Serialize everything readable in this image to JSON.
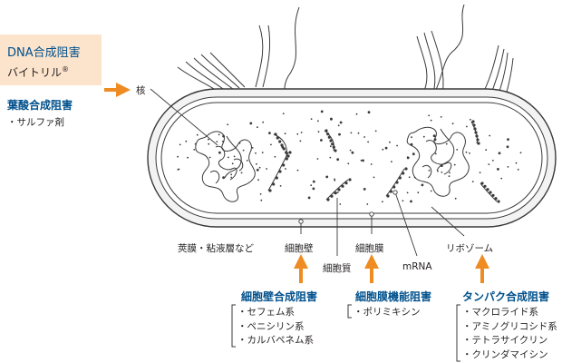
{
  "dna_box": {
    "title": "DNA合成阻害",
    "drug": "バイトリル",
    "trademark": "®"
  },
  "folate": {
    "title": "葉酸合成阻害",
    "drug": "・サルファ剤"
  },
  "labels": {
    "nucleus": "核",
    "capsule": "莢膜・粘液層など",
    "cell_wall": "細胞壁",
    "cytoplasm": "細胞質",
    "cell_membrane": "細胞膜",
    "mrna": "mRNA",
    "ribosome": "リボゾーム"
  },
  "targets": [
    {
      "title": "細胞壁合成阻害",
      "drugs": [
        "・セフェム系",
        "・ペニシリン系",
        "・カルバペネム系"
      ]
    },
    {
      "title": "細胞膜機能阻害",
      "drugs": [
        "・ポリミキシン"
      ]
    },
    {
      "title": "タンパク合成阻害",
      "drugs": [
        "・マクロライド系",
        "・アミノグリコシド系",
        "・テトラサイクリン",
        "・クリンダマイシン"
      ]
    }
  ],
  "colors": {
    "arrow": "#ee8b22",
    "title_blue": "#00508c",
    "box_fill": "#fbe3cc",
    "line": "#3a3a3a"
  }
}
